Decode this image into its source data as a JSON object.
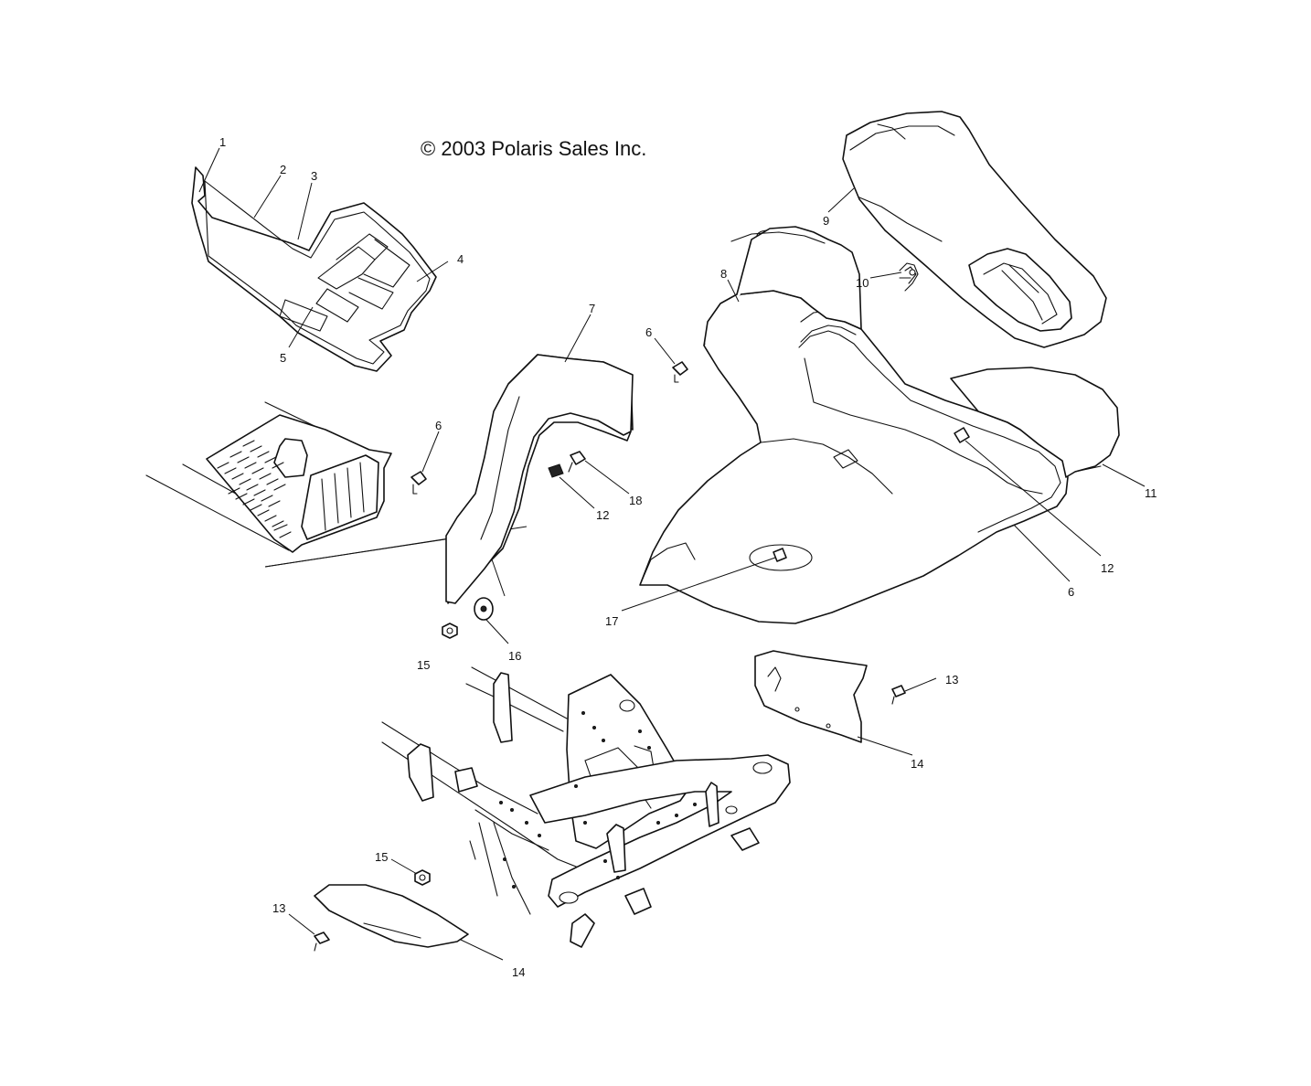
{
  "copyright": "© 2003 Polaris Sales Inc.",
  "callouts": {
    "c1": "1",
    "c2": "2",
    "c3": "3",
    "c4": "4",
    "c5": "5",
    "c6a": "6",
    "c6b": "6",
    "c6c": "6",
    "c7": "7",
    "c8": "8",
    "c9": "9",
    "c10": "10",
    "c11": "11",
    "c12a": "12",
    "c12b": "12",
    "c13a": "13",
    "c13b": "13",
    "c14a": "14",
    "c14b": "14",
    "c15a": "15",
    "c15b": "15",
    "c16": "16",
    "c17": "17",
    "c18": "18"
  }
}
